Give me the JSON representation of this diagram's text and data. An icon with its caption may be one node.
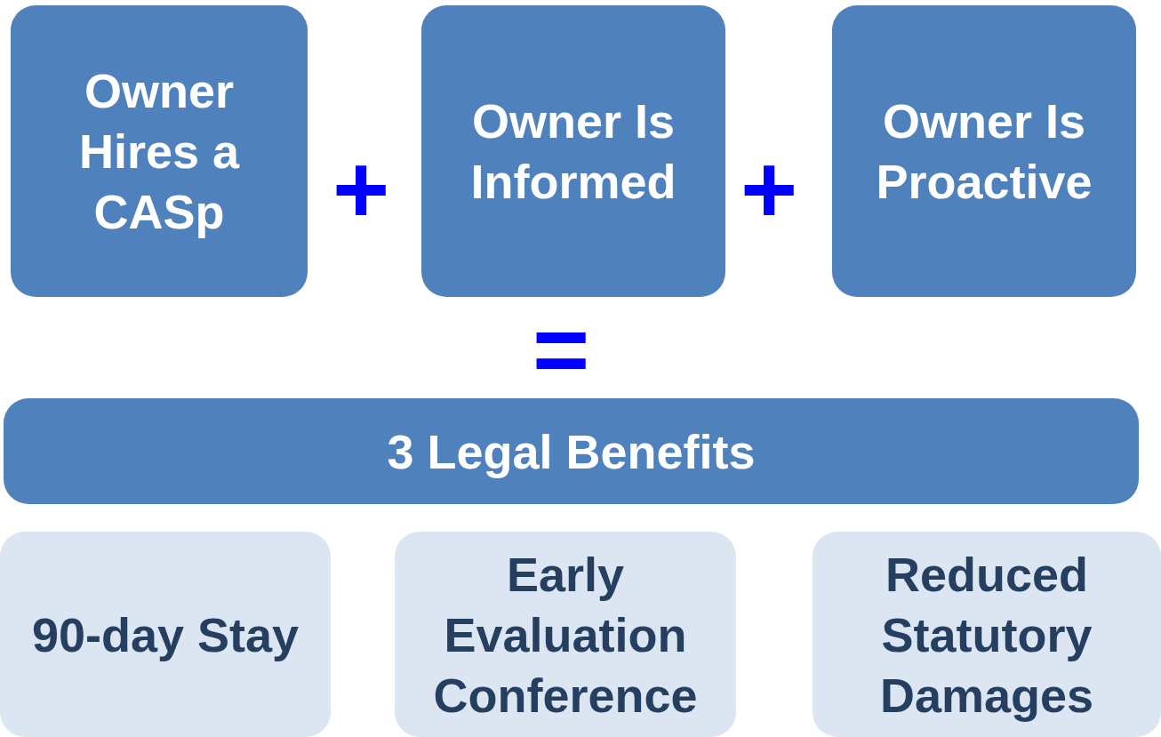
{
  "diagram": {
    "nodes": [
      {
        "text": [
          "Owner Hires a CASp"
        ]
      },
      {
        "text": [
          "Owner Is Informed"
        ]
      },
      {
        "text": [
          "Owner Is Proactive"
        ]
      },
      {
        "text": [
          "3 Legal Benefits"
        ]
      },
      {
        "text": [
          "90-day Stay"
        ]
      },
      {
        "text": [
          "Early Evaluation Conference"
        ]
      },
      {
        "text": [
          "Reduced Statutory Damages"
        ]
      }
    ],
    "labels": [
      "+",
      "+",
      "="
    ]
  }
}
